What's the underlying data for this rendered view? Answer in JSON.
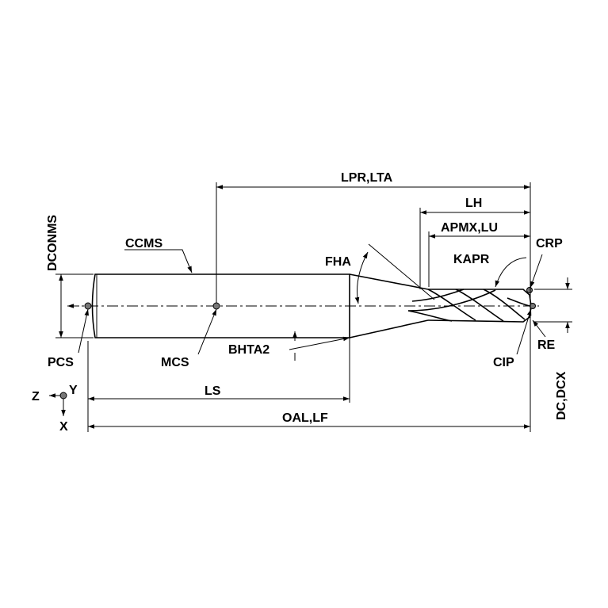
{
  "diagram": {
    "labels": {
      "lpr_lta": "LPR,LTA",
      "lh": "LH",
      "apmx_lu": "APMX,LU",
      "crp": "CRP",
      "kapr": "KAPR",
      "fha": "FHA",
      "ccms": "CCMS",
      "dconms": "DCONMS",
      "pcs": "PCS",
      "mcs": "MCS",
      "bhta2": "BHTA2",
      "cip": "CIP",
      "re": "RE",
      "ls": "LS",
      "oal_lf": "OAL,LF",
      "dc_dcx": "DC,DCX",
      "axis_z": "Z",
      "axis_y": "Y",
      "axis_x": "X"
    }
  }
}
